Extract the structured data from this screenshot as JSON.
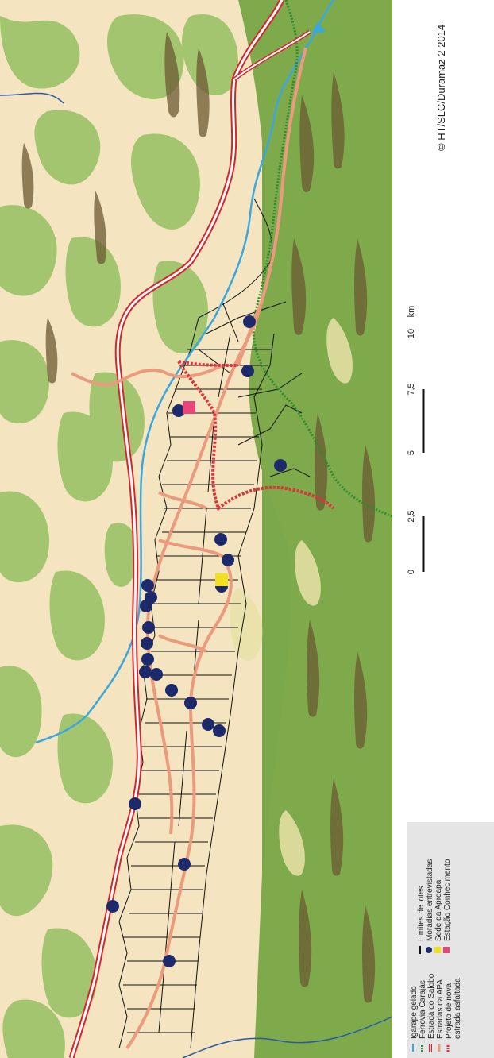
{
  "legend": {
    "items": [
      {
        "label": "Igarape gelado",
        "symbol": "blue-line"
      },
      {
        "label": "Ferrovia Carajás",
        "symbol": "green-dotted-line"
      },
      {
        "label": "Estrada do Salobo",
        "symbol": "red-white-line"
      },
      {
        "label": "Estradas da APA",
        "symbol": "salmon-line"
      },
      {
        "label": "Projeto de nova",
        "symbol": "red-dashed-line"
      },
      {
        "label": "estrada asfaltada",
        "symbol": "none"
      },
      {
        "label": "Limites de lotes",
        "symbol": "black-line"
      },
      {
        "label": "Moradias entrevistadas",
        "symbol": "navy-dot"
      },
      {
        "label": "Sede da Aproapa",
        "symbol": "yellow-square"
      },
      {
        "label": "Estação Conhecimento",
        "symbol": "pink-square"
      }
    ]
  },
  "scale": {
    "ticks": [
      "0",
      "2,5",
      "5",
      "7,5",
      "10"
    ],
    "unit": "km"
  },
  "credit": "© HT/SLC/Duramaz 2 2014",
  "colors": {
    "background": "#f4e4bf",
    "forest_light": "#9fc36c",
    "forest_dark": "#6e9d3f",
    "relief_shadow": "#6b5a32",
    "river": "#3aa8df",
    "railway": "#2e8b2e",
    "road_main": "#d8252c",
    "road_apa": "#ec9a7e",
    "road_project": "#e0323a",
    "lot_lines": "#111111",
    "houses": "#1c2a6b",
    "aproapa": "#f0e020",
    "estacao": "#e8457a"
  },
  "icons": {
    "house": "navy-circle",
    "aproapa": "yellow-square",
    "estacao": "pink-square"
  }
}
